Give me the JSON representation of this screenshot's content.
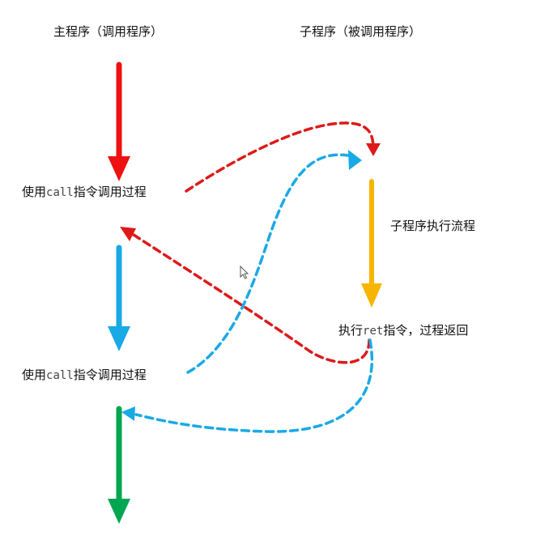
{
  "labels": {
    "main_program": "主程序（调用程序）",
    "sub_program": "子程序（被调用程序）",
    "call_1": {
      "prefix": "使用",
      "code": "call",
      "suffix": "指令调用过程"
    },
    "call_2": {
      "prefix": "使用",
      "code": "call",
      "suffix": "指令调用过程"
    },
    "sub_flow": "子程序执行流程",
    "ret": {
      "prefix": "执行",
      "code": "ret",
      "suffix": "指令，过程返回"
    }
  },
  "colors": {
    "red": "#ee1111",
    "blue": "#19a9e6",
    "yellow": "#f7b500",
    "green": "#00a650",
    "red_dash": "#dd1a1a",
    "blue_dash": "#19a9e6"
  },
  "icons": {
    "cursor": "mouse-pointer-icon"
  }
}
